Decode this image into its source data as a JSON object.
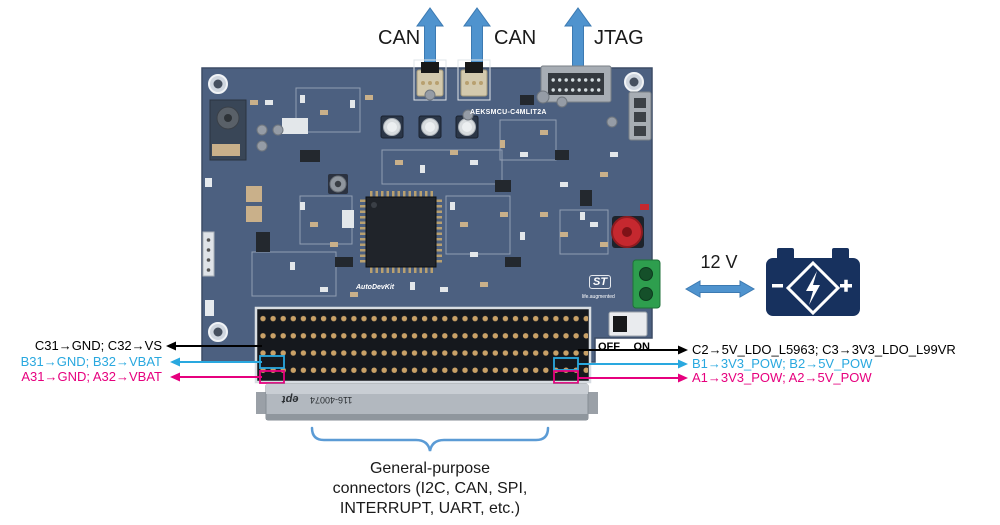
{
  "top_connections": [
    {
      "label": "CAN"
    },
    {
      "label": "CAN"
    },
    {
      "label": "JTAG"
    }
  ],
  "board": {
    "name": "AEKSMCU-C4MLIT2A",
    "autodevkit": "AutoDevKit",
    "st_logo": "ST",
    "st_tagline": "life.augmented",
    "connector_brand": "ept",
    "connector_part": "116-40074",
    "switch": {
      "off": "OFF",
      "on": "ON"
    }
  },
  "power": {
    "label": "12 V"
  },
  "left_annotations": [
    {
      "text": "C31→GND; C32→VS",
      "color": "#000000"
    },
    {
      "text": "B31→GND; B32→VBAT",
      "color": "#29a8df"
    },
    {
      "text": "A31→GND; A32→VBAT",
      "color": "#e6007e"
    }
  ],
  "right_annotations": [
    {
      "text": "C2→5V_LDO_L5963; C3→3V3_LDO_L99VR",
      "color": "#000000"
    },
    {
      "text": "B1→3V3_POW; B2→5V_POW",
      "color": "#29a8df"
    },
    {
      "text": "A1→3V3_POW; A2→5V_POW",
      "color": "#e6007e"
    }
  ],
  "bottom_caption": {
    "lines": [
      "General-purpose",
      "connectors (I2C, CAN, SPI,",
      "INTERRUPT, UART, etc.)"
    ]
  },
  "colors": {
    "arrow_blue": "#4f93ce",
    "brace_blue": "#5b9bd5",
    "annotation_cyan": "#29a8df",
    "annotation_magenta": "#e6007e",
    "pcb_blue": "#4c6080",
    "battery_navy": "#17315e"
  }
}
